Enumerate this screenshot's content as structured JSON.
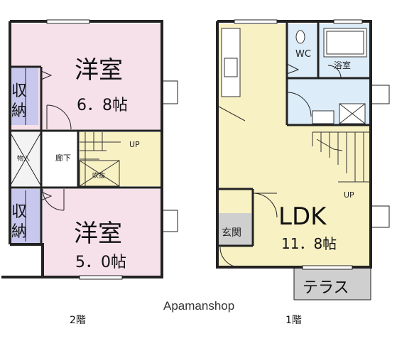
{
  "floor2": {
    "label": "2階",
    "room_upper": {
      "name": "洋室",
      "size": "6．8帖"
    },
    "room_lower": {
      "name": "洋室",
      "size": "5．0帖"
    },
    "storage_upper": "収納",
    "storage_lower": "収納",
    "closet": "物入",
    "hallway": "廊下",
    "stairs_up": "UP",
    "void": "吹抜"
  },
  "floor1": {
    "label": "1階",
    "wc": "WC",
    "bath": "浴室",
    "ldk_name": "LDK",
    "ldk_size": "11．8帖",
    "entrance": "玄関",
    "terrace": "テラス",
    "stairs_up": "UP"
  },
  "watermark": "Apamanshop",
  "colors": {
    "western_room": "#f6e0ea",
    "storage": "#c8c8ee",
    "stair_area": "#f8f1c4",
    "wet_area": "#dcecf8",
    "entrance": "#cfcfcf",
    "terrace": "#cfcfcf",
    "wall": "#222222"
  }
}
